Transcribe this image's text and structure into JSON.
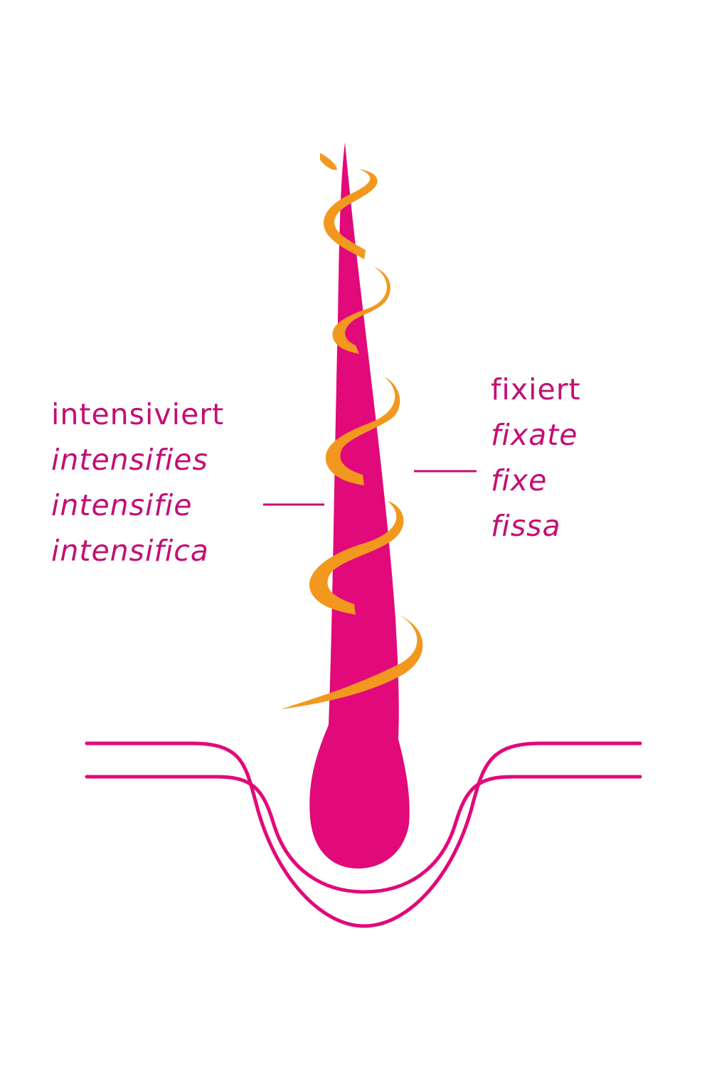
{
  "colors": {
    "hair": "#e2097a",
    "spiral": "#f2981f",
    "text": "#c30e74",
    "background": "#ffffff"
  },
  "labels": {
    "left": {
      "primary": "intensiviert",
      "translations": [
        "intensifies",
        "intensifie",
        "intensifica"
      ]
    },
    "right": {
      "primary": "fixiert",
      "translations": [
        "fixate",
        "fixe",
        "fissa"
      ]
    }
  },
  "icons": {
    "hair": "hair-strand-icon",
    "spiral": "spiral-coating-icon",
    "follicle": "follicle-icon"
  }
}
